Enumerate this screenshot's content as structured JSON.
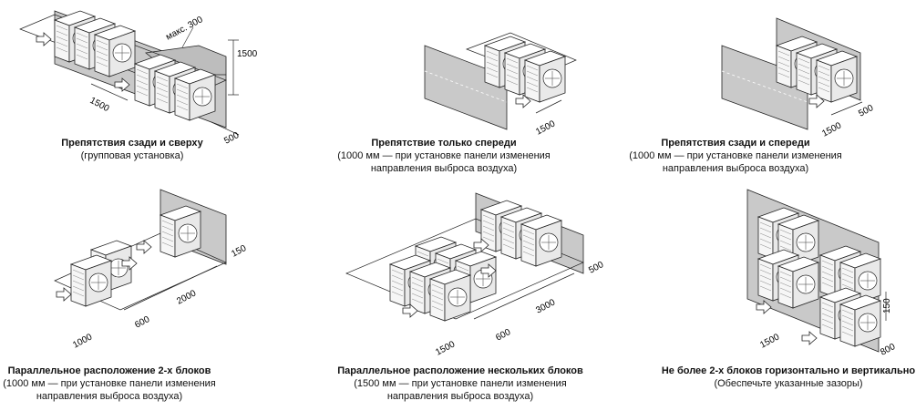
{
  "colors": {
    "wall": "#c9c9c9",
    "wall_dark": "#b8b8b8",
    "unit": "#f4f4f4",
    "line": "#222222"
  },
  "panels": [
    {
      "title": "Препятствия сзади и сверху",
      "lines": [
        "(групповая установка)"
      ],
      "dims": {
        "top_note": "макс. 300",
        "height": "1500",
        "front": "1500",
        "side": "500"
      }
    },
    {
      "title": "Препятствие только спереди",
      "lines": [
        "(1000 мм — при установке панели изменения",
        "направления выброса воздуха)"
      ],
      "dims": {
        "front": "1500"
      }
    },
    {
      "title": "Препятствия сзади и спереди",
      "lines": [
        "(1000 мм — при установке панели изменения",
        "направления выброса воздуха)"
      ],
      "dims": {
        "front": "1500",
        "side": "500"
      }
    },
    {
      "title": "Параллельное расположение 2-х блоков",
      "lines": [
        "(1000 мм — при установке панели изменения",
        "направления выброса воздуха)"
      ],
      "dims": {
        "rear": "150",
        "gap": "2000",
        "front": "1000",
        "side": "600"
      }
    },
    {
      "title": "Параллельное расположение нескольких блоков",
      "lines": [
        "(1500 мм — при установке панели изменения",
        "направления выброса воздуха)"
      ],
      "dims": {
        "rear": "500",
        "gap": "3000",
        "front": "1500",
        "side": "600"
      }
    },
    {
      "title": "Не более 2-х блоков горизонтально и вертикально",
      "lines": [
        "(Обеспечьте указанные зазоры)"
      ],
      "dims": {
        "front": "1500",
        "rear": "150",
        "side": "800"
      }
    }
  ]
}
